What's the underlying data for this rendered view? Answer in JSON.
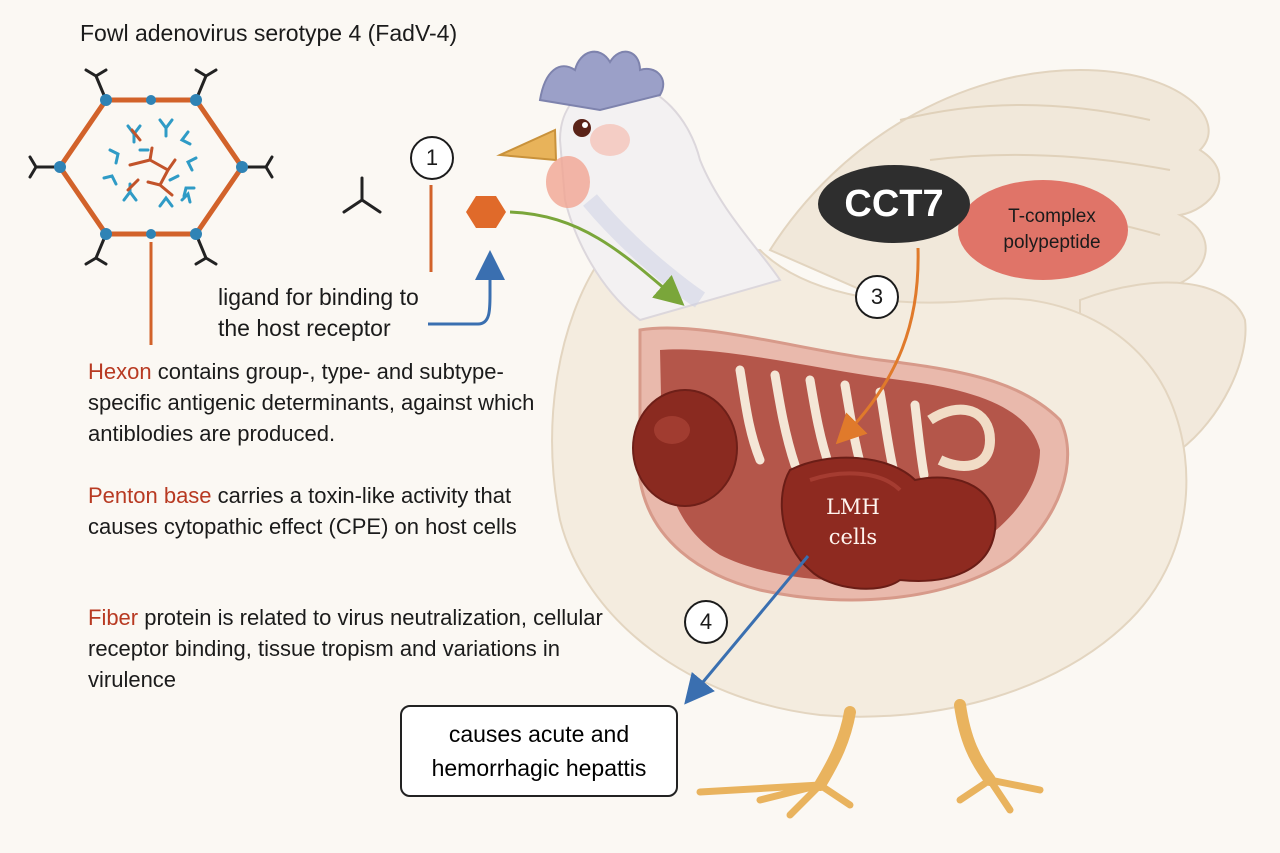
{
  "title": "Fowl adenovirus serotype 4 (FadV-4)",
  "ligand": {
    "line1": "ligand for binding to",
    "line2": "the host receptor"
  },
  "steps": {
    "s1": "1",
    "s3": "3",
    "s4": "4"
  },
  "proteins": {
    "hexon": {
      "name": "Hexon",
      "text": " contains group-, type- and subtype-specific antigenic determinants, against which antiblodies are produced."
    },
    "penton": {
      "name": "Penton base",
      "text": " carries a toxin-like activity that causes cytopathic effect (CPE) on host cells"
    },
    "fiber": {
      "name": "Fiber",
      "text": " protein is related to virus neutralization, cellular receptor binding, tissue tropism and variations in virulence"
    }
  },
  "cct7": {
    "label": "CCT7",
    "partner_line1": "T-complex",
    "partner_line2": "polypeptide"
  },
  "lmh": {
    "line1": "LMH",
    "line2": "cells"
  },
  "outcome": {
    "line1": "causes acute and",
    "line2": "hemorrhagic hepattis"
  },
  "colors": {
    "hexon_accent": "#b83a22",
    "capsid_orange": "#d2622a",
    "hexon_blue": "#2f9bc6",
    "arrow_green": "#7aa63a",
    "arrow_orange": "#e07a2b",
    "arrow_blue": "#3a6fb0",
    "cct7_dark": "#2e2e2e",
    "tcomplex_salmon": "#e07468",
    "liver": "#8e2a20"
  }
}
